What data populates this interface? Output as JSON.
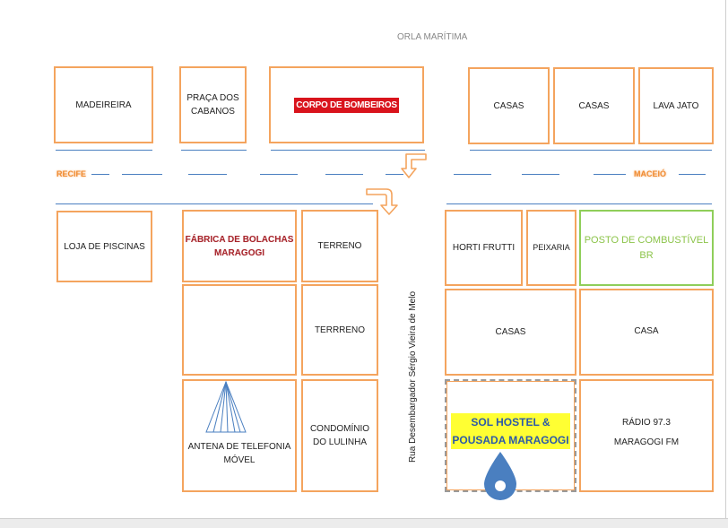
{
  "labels": {
    "orla": "ORLA MARÍTIMA",
    "recife": "RECIFE",
    "maceio": "MACEIÓ",
    "street": "Rua Desembargador Sérgio Vieira de Melo"
  },
  "blocks": {
    "madeireira": "MADEIREIRA",
    "praca_line1": "PRAÇA DOS",
    "praca_line2": "CABANOS",
    "bombeiros": "CORPO DE BOMBEIROS",
    "casas1": "CASAS",
    "casas2": "CASAS",
    "lava_jato": "LAVA JATO",
    "loja_piscinas": "LOJA DE PISCINAS",
    "fabrica_line1": "FÁBRICA DE BOLACHAS",
    "fabrica_line2": "MARAGOGI",
    "terreno1": "TERRENO",
    "terreno2": "TERRRENO",
    "antena_line1": "ANTENA DE TELEFONIA",
    "antena_line2": "MÓVEL",
    "condominio_line1": "CONDOMÍNIO",
    "condominio_line2": "DO LULINHA",
    "horti": "HORTI FRUTTI",
    "peixaria": "PEIXARIA",
    "posto_line1": "POSTO DE COMBUSTÍVEL",
    "posto_line2": "BR",
    "casas3": "CASAS",
    "casa": "CASA",
    "sol_line1": "SOL HOSTEL &",
    "sol_line2": "POUSADA MARAGOGI",
    "radio_line1": "RÁDIO 97.3",
    "radio_line2": "MARAGOGI FM"
  },
  "colors": {
    "block_border": "#f4a45e",
    "road": "#4a7fc0",
    "pin": "#4a7fc0",
    "highlight": "#ffff33",
    "fire_dept": "#d9131c",
    "gas_station": "#8fce5a"
  },
  "icons": {
    "turn_arrow": "turn-arrow-icon",
    "antenna": "antenna-icon",
    "location_pin": "location-pin-icon"
  }
}
